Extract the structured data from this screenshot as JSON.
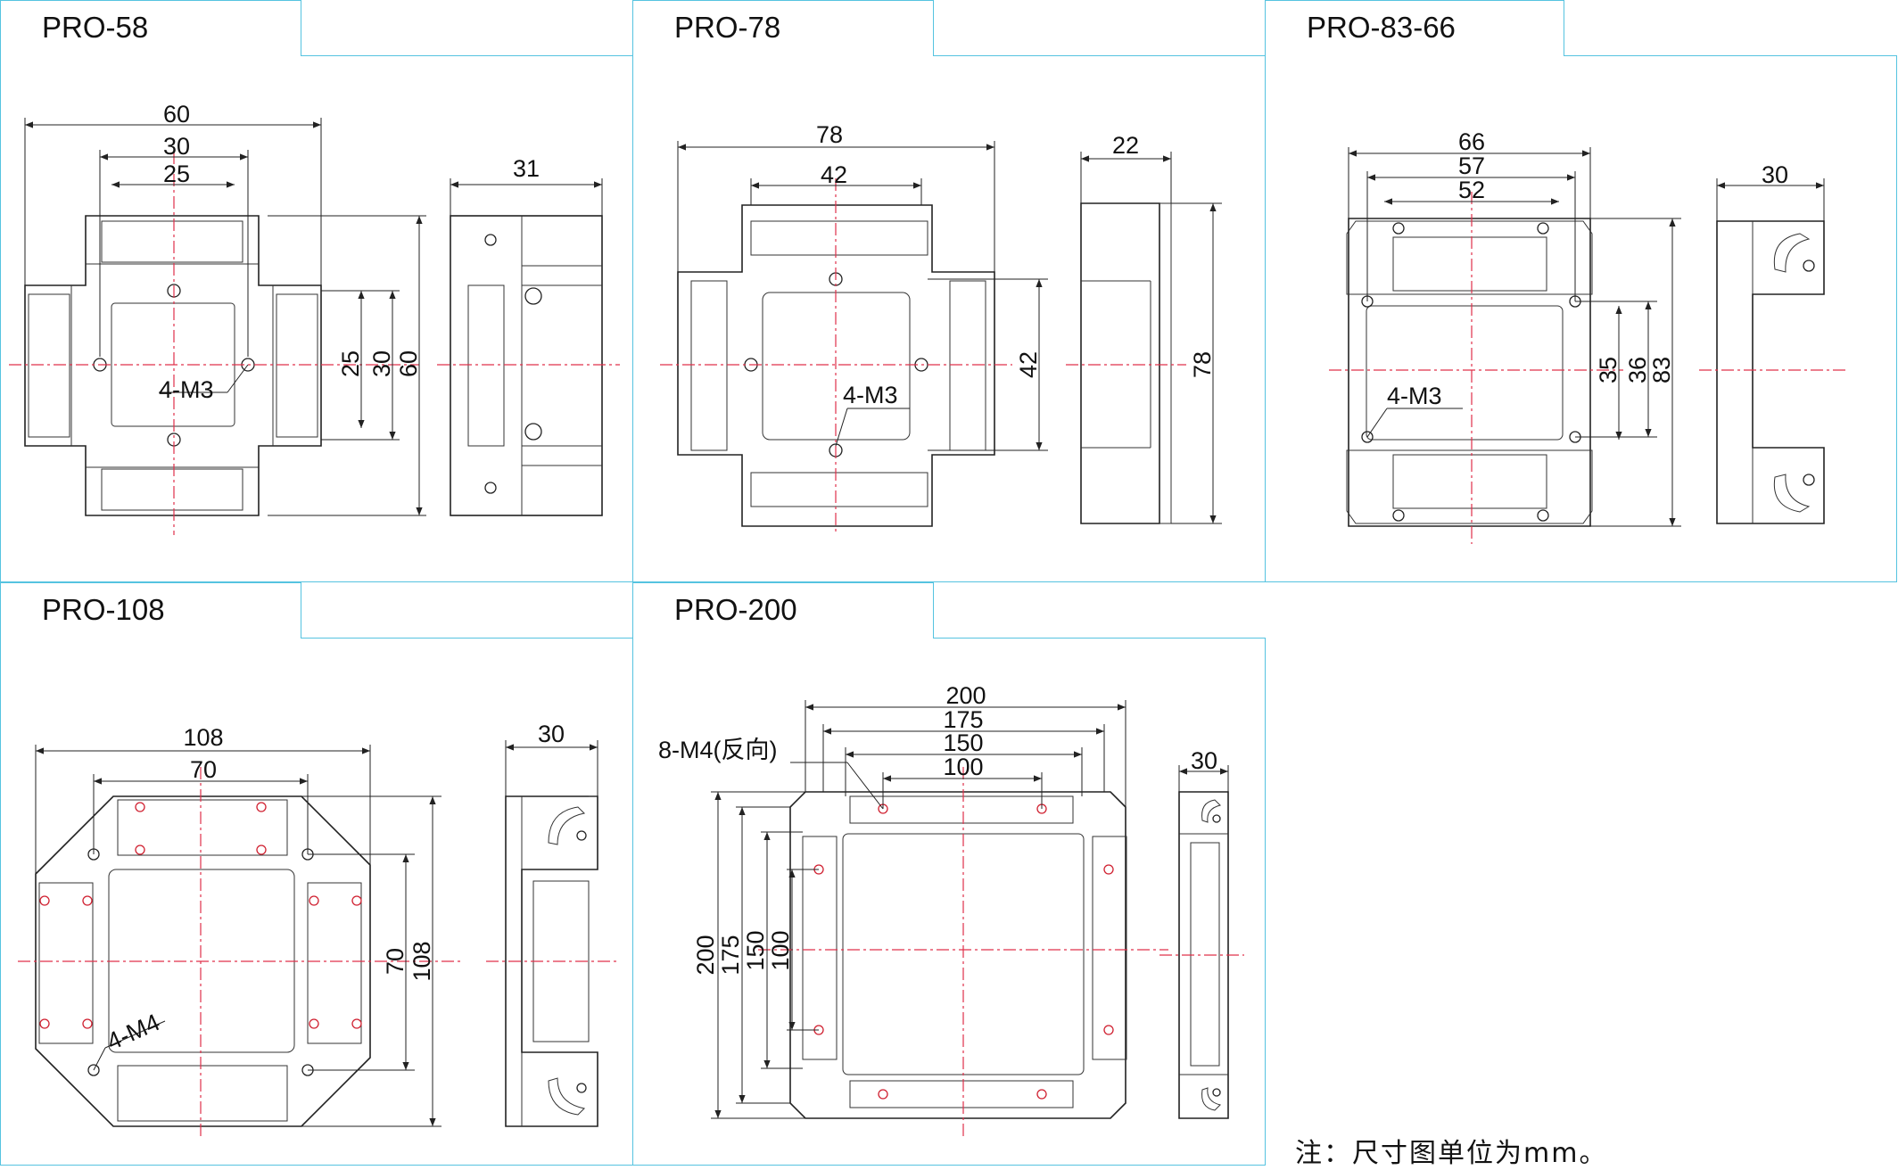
{
  "panels": [
    {
      "title": "PRO-58",
      "hole_note": "4-M3",
      "dims_h": [
        "60",
        "30",
        "25"
      ],
      "dims_v": [
        "25",
        "30",
        "60"
      ],
      "side_width": "31"
    },
    {
      "title": "PRO-78",
      "hole_note": "4-M3",
      "dims_h": [
        "78",
        "42"
      ],
      "dims_v": [
        "42"
      ],
      "side_width": "22",
      "side_height": "78"
    },
    {
      "title": "PRO-83-66",
      "hole_note": "4-M3",
      "dims_h": [
        "66",
        "57",
        "52"
      ],
      "dims_v": [
        "35",
        "36",
        "83"
      ],
      "side_width": "30"
    },
    {
      "title": "PRO-108",
      "hole_note": "4-M4",
      "dims_h": [
        "108",
        "70"
      ],
      "dims_v": [
        "70",
        "108"
      ],
      "side_width": "30"
    },
    {
      "title": "PRO-200",
      "hole_note": "8-M4(反向)",
      "dims_h": [
        "200",
        "175",
        "150",
        "100"
      ],
      "dims_v": [
        "200",
        "175",
        "150",
        "100"
      ],
      "side_width": "30"
    }
  ],
  "footnote": "注：尺寸图单位为mm。",
  "colors": {
    "frame": "#55c3e0",
    "centerline": "#e0304a",
    "outline": "#222222"
  }
}
